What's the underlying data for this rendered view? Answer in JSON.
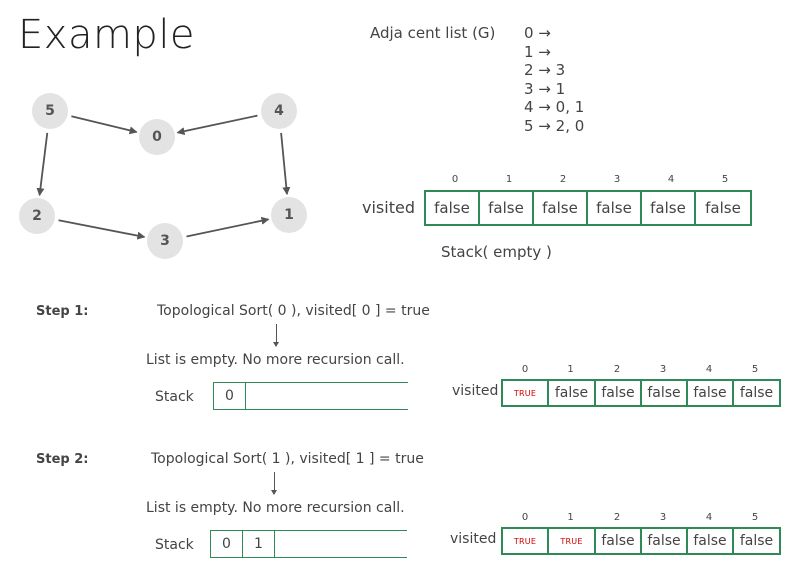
{
  "title": "Example",
  "graph": {
    "nodes": [
      {
        "id": "5",
        "label": "5"
      },
      {
        "id": "4",
        "label": "4"
      },
      {
        "id": "0",
        "label": "0"
      },
      {
        "id": "2",
        "label": "2"
      },
      {
        "id": "3",
        "label": "3"
      },
      {
        "id": "1",
        "label": "1"
      }
    ],
    "edges": [
      {
        "from": "5",
        "to": "0"
      },
      {
        "from": "4",
        "to": "0"
      },
      {
        "from": "5",
        "to": "2"
      },
      {
        "from": "4",
        "to": "1"
      },
      {
        "from": "2",
        "to": "3"
      },
      {
        "from": "3",
        "to": "1"
      }
    ],
    "node_color": "#e3e3e3",
    "edge_color": "#555555"
  },
  "adjacency": {
    "title": "Adja cent list  (G)",
    "rows": [
      "0 →",
      "1 →",
      "2 → 3",
      "3 → 1",
      "4 → 0, 1",
      "5 → 2, 0"
    ]
  },
  "accent_color": "#2e8b57",
  "true_color": "#d00000",
  "initial": {
    "visited_label": "visited",
    "indices": [
      "0",
      "1",
      "2",
      "3",
      "4",
      "5"
    ],
    "values": [
      "false",
      "false",
      "false",
      "false",
      "false",
      "false"
    ],
    "stack_label": "Stack( empty )"
  },
  "steps": [
    {
      "label": "Step 1:",
      "call": "Topological Sort( 0 ), visited[ 0 ] = true",
      "note": "List is empty. No more recursion call.",
      "stack_label": "Stack",
      "stack": [
        "0"
      ],
      "visited_label": "visited",
      "indices": [
        "0",
        "1",
        "2",
        "3",
        "4",
        "5"
      ],
      "values": [
        "TRUE",
        "false",
        "false",
        "false",
        "false",
        "false"
      ]
    },
    {
      "label": "Step 2:",
      "call": "Topological Sort( 1 ), visited[ 1 ] = true",
      "note": "List is empty. No more recursion call.",
      "stack_label": "Stack",
      "stack": [
        "0",
        "1"
      ],
      "visited_label": "visited",
      "indices": [
        "0",
        "1",
        "2",
        "3",
        "4",
        "5"
      ],
      "values": [
        "TRUE",
        "TRUE",
        "false",
        "false",
        "false",
        "false"
      ]
    }
  ]
}
